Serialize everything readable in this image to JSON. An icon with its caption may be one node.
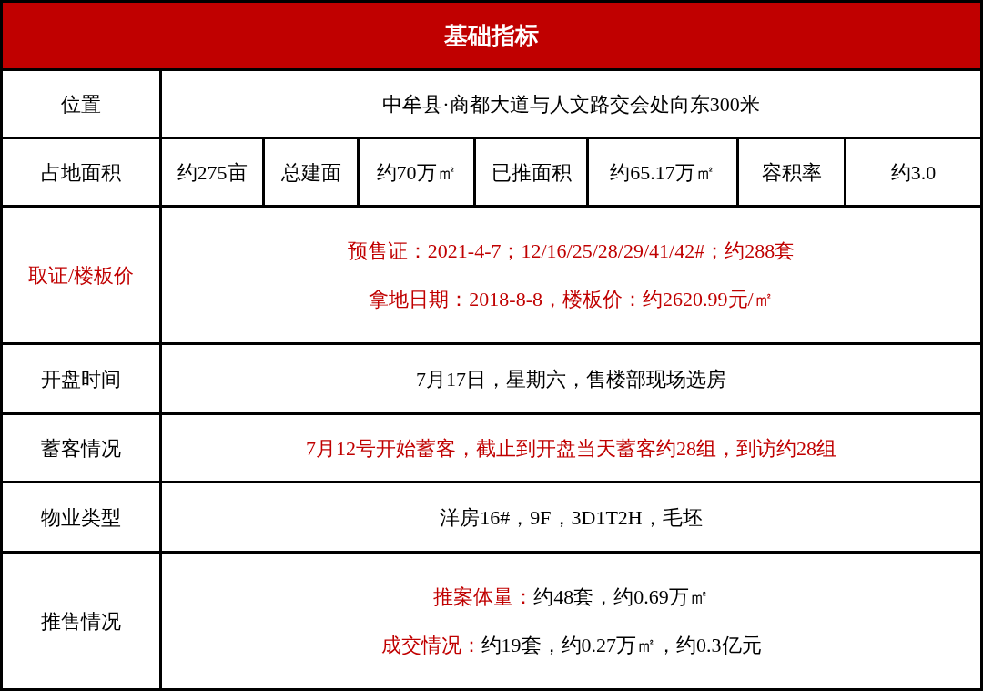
{
  "diagram": {
    "title": "基础指标",
    "labels": [
      "位置",
      "中牟县·商都大道与人文路交会处向东300米",
      "占地面积",
      "约275亩",
      "总建面",
      "约70万㎡",
      "已推面积",
      "约65.17万㎡",
      "容积率",
      "约3.0",
      "取证/楼板价",
      "预售证：2021-4-7；12/16/25/28/29/41/42#；约288套",
      "拿地日期：2018-8-8，楼板价：约2620.99元/㎡",
      "开盘时间",
      "7月17日，星期六，售楼部现场选房",
      "蓄客情况",
      "7月12号开始蓄客，截止到开盘当天蓄客约28组，到访约28组",
      "物业类型",
      "洋房16#，9F，3D1T2H，毛坯",
      "推售情况",
      "推案体量：",
      "约48套，约0.69万㎡",
      "成交情况：",
      "约19套，约0.27万㎡，约0.3亿元"
    ]
  }
}
